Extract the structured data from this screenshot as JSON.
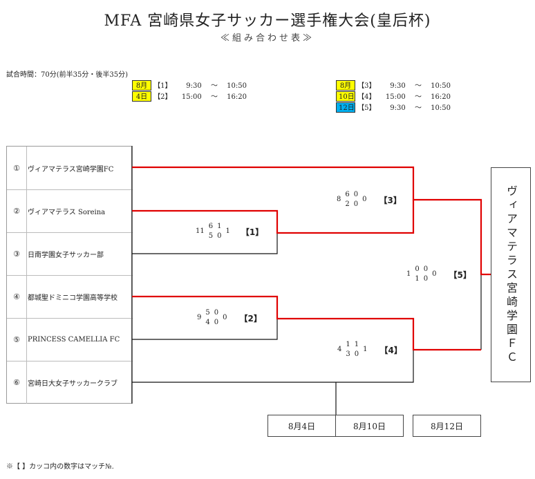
{
  "title": "MFA 宮崎県女子サッカー選手権大会(皇后杯)",
  "subtitle": "≪組み合わせ表≫",
  "match_time": "試合時間：70分(前半35分・後半35分)",
  "schedule_left": {
    "day1_month": "8月",
    "day1_date": "4日",
    "rows": [
      {
        "match": "【1】",
        "start": "9:30",
        "sep": "～",
        "end": "10:50"
      },
      {
        "match": "【2】",
        "start": "15:00",
        "sep": "～",
        "end": "16:20"
      }
    ]
  },
  "schedule_right": {
    "rows": [
      {
        "date": "8月",
        "color": "#ffff00",
        "match": "【3】",
        "start": "9:30",
        "sep": "～",
        "end": "10:50"
      },
      {
        "date": "10日",
        "color": "#ffff00",
        "match": "【4】",
        "start": "15:00",
        "sep": "～",
        "end": "16:20"
      },
      {
        "date": "12日",
        "color": "#00b0f0",
        "match": "【5】",
        "start": "9:30",
        "sep": "～",
        "end": "10:50"
      }
    ]
  },
  "teams": [
    {
      "num": "①",
      "name": "ヴィアマテラス宮崎学園FC"
    },
    {
      "num": "②",
      "name": "ヴィアマテラス Soreina"
    },
    {
      "num": "③",
      "name": "日南学園女子サッカー部"
    },
    {
      "num": "④",
      "name": "都城聖ドミニコ学園高等学校"
    },
    {
      "num": "⑤",
      "name": "PRINCESS CAMELLIA FC"
    },
    {
      "num": "⑥",
      "name": "宮崎日大女子サッカークラブ"
    }
  ],
  "matches": {
    "m1": {
      "label": "【1】",
      "left_total": "11",
      "top_l": "6",
      "top_r": "1",
      "bot_l": "5",
      "bot_r": "0",
      "right_total": "1"
    },
    "m2": {
      "label": "【2】",
      "left_total": "9",
      "top_l": "5",
      "top_r": "0",
      "bot_l": "4",
      "bot_r": "0",
      "right_total": "0"
    },
    "m3": {
      "label": "【3】",
      "left_total": "8",
      "top_l": "6",
      "top_r": "0",
      "bot_l": "2",
      "bot_r": "0",
      "right_total": "0"
    },
    "m4": {
      "label": "【4】",
      "left_total": "4",
      "top_l": "1",
      "top_r": "1",
      "bot_l": "3",
      "bot_r": "0",
      "right_total": "1"
    },
    "m5": {
      "label": "【5】",
      "left_total": "1",
      "top_l": "0",
      "top_r": "0",
      "bot_l": "1",
      "bot_r": "0",
      "right_total": "0"
    }
  },
  "winner": "ヴィアマテラス宮崎学園ＦＣ",
  "dates": [
    "8月4日",
    "8月10日",
    "8月12日"
  ],
  "footnote": "※【 】カッコ内の数字はマッチ№.",
  "colors": {
    "winner_line": "#e00000",
    "line": "#111111",
    "yellow": "#ffff00",
    "cyan": "#00b0f0"
  }
}
